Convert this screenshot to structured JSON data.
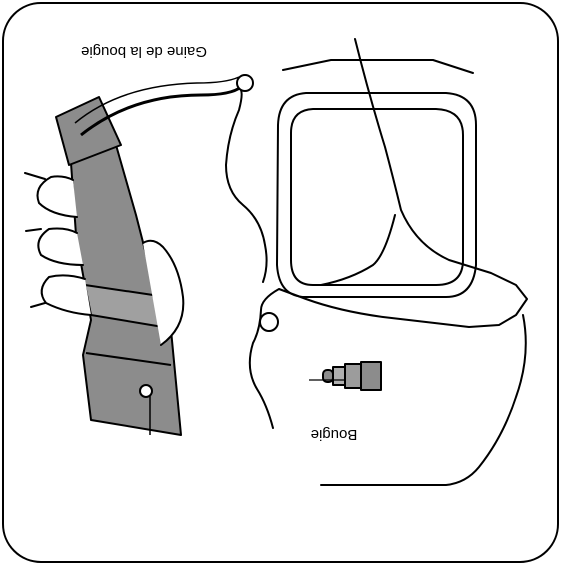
{
  "figure": {
    "labels": {
      "boot": "Gaine de la bougie",
      "plug": "Bougie"
    },
    "orientation": "rotated-180",
    "colors": {
      "boot_gray": "#8c8c8c",
      "outline": "#000000",
      "background": "#ffffff"
    }
  }
}
